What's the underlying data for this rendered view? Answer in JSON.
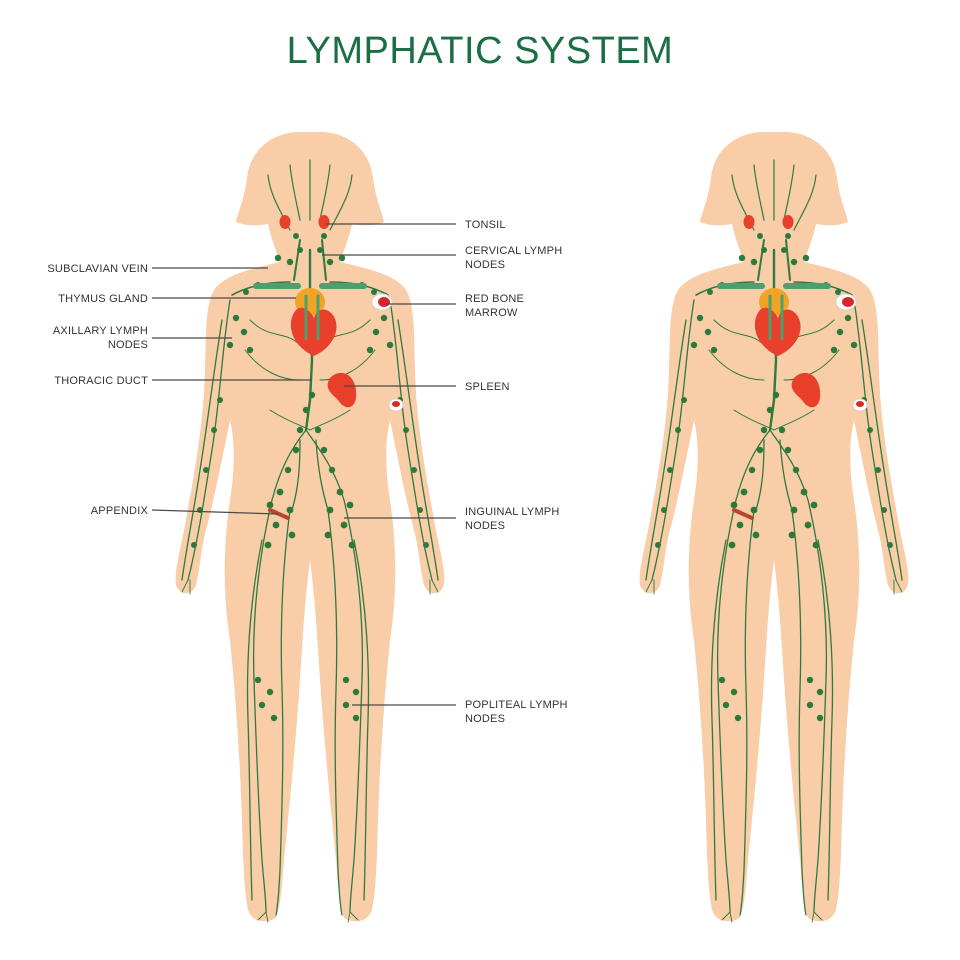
{
  "title": "LYMPHATIC SYSTEM",
  "labels_left": [
    {
      "id": "subclavian",
      "lines": [
        "SUBCLAVIAN VEIN"
      ]
    },
    {
      "id": "thymus",
      "lines": [
        "THYMUS GLAND"
      ]
    },
    {
      "id": "axillary",
      "lines": [
        "AXILLARY LYMPH",
        "NODES"
      ]
    },
    {
      "id": "thoracic",
      "lines": [
        "THORACIC DUCT"
      ]
    },
    {
      "id": "appendix",
      "lines": [
        "APPENDIX"
      ]
    }
  ],
  "labels_right": [
    {
      "id": "tonsil",
      "lines": [
        "TONSIL"
      ]
    },
    {
      "id": "cervical",
      "lines": [
        "CERVICAL LYMPH",
        "NODES"
      ]
    },
    {
      "id": "marrow",
      "lines": [
        "RED BONE",
        "MARROW"
      ]
    },
    {
      "id": "spleen",
      "lines": [
        "SPLEEN"
      ]
    },
    {
      "id": "inguinal",
      "lines": [
        "INGUINAL LYMPH",
        "NODES"
      ]
    },
    {
      "id": "popliteal",
      "lines": [
        "POPLITEAL LYMPH",
        "NODES"
      ]
    }
  ],
  "colors": {
    "title": "#1c6e45",
    "skin": "#f8cda7",
    "vessel": "#2f7a3e",
    "node": "#2c7a3b",
    "organ_red": "#e8402a",
    "organ_orange": "#f0a324",
    "label": "#333333"
  }
}
